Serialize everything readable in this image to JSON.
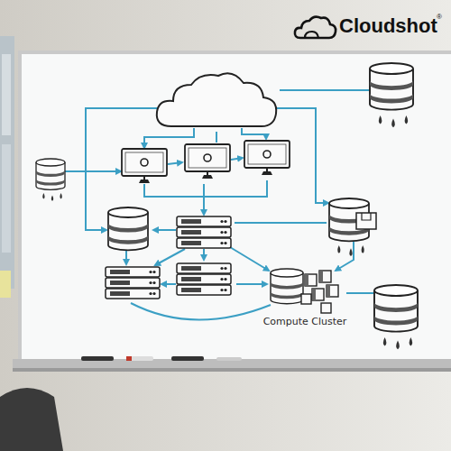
{
  "diagram": {
    "nodes": [
      {
        "text": [
          "Compute Cluster"
        ]
      }
    ],
    "labels": [
      "Cloudshot",
      "®"
    ]
  }
}
